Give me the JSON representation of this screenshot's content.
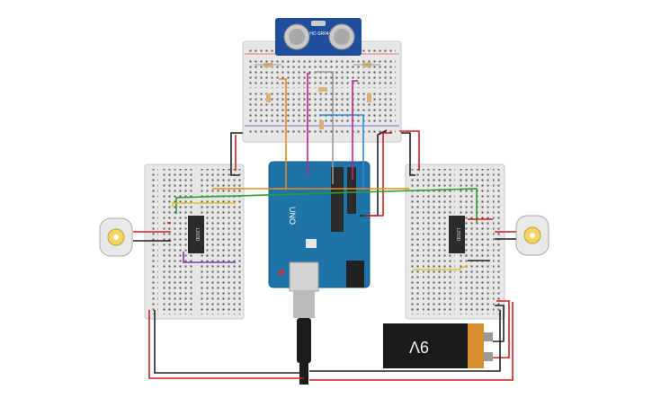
{
  "sensor": {
    "model_label": "HC-SR04"
  },
  "arduino": {
    "brand_label": "UNO"
  },
  "driver_left": {
    "chip_label": "L293D"
  },
  "driver_right": {
    "chip_label": "L293D"
  },
  "battery": {
    "voltage_label": "9V"
  },
  "colors": {
    "board_blue": "#1e73a8",
    "breadboard": "#e6e6e6",
    "wire_red": "#d01f1f",
    "wire_black": "#222222",
    "wire_green": "#2ca02c",
    "wire_yellow": "#e6c02a",
    "wire_orange": "#e88a1c",
    "wire_purple": "#7b3fa0",
    "wire_magenta": "#c0248e",
    "wire_blue": "#2a8bd6",
    "wire_gray": "#999999"
  }
}
